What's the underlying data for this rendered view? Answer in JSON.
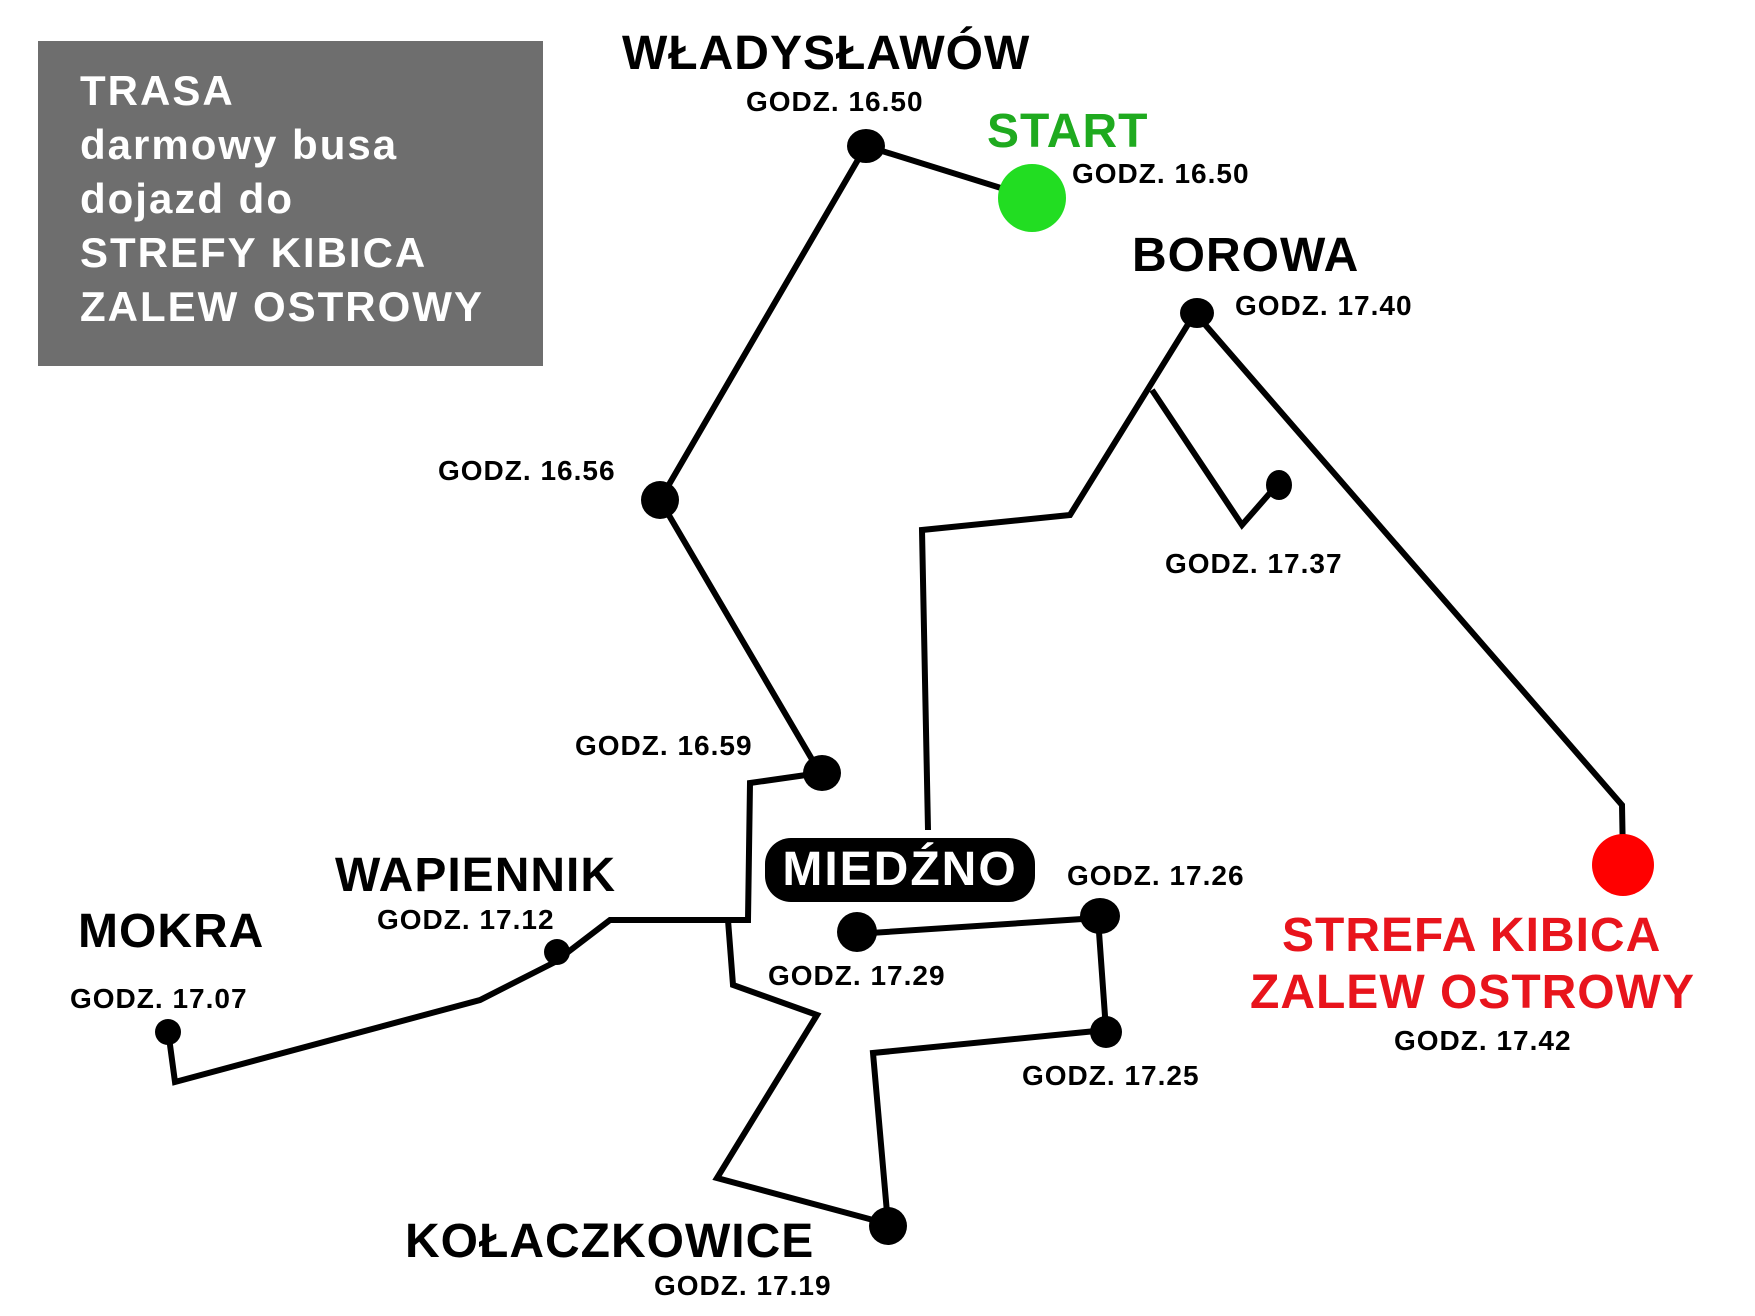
{
  "title": {
    "lines": [
      "TRASA",
      "darmowy busa",
      "dojazd do",
      "STREFY KIBICA",
      "ZALEW OSTROWY"
    ]
  },
  "colors": {
    "start": "#22dd22",
    "start_label": "#1faa1f",
    "end": "#ff0000",
    "end_label": "#e8141c",
    "route": "#000000",
    "title_box": "#6e6e6e"
  },
  "places": {
    "wladyslawow": "WŁADYSŁAWÓW",
    "start": "START",
    "borowa": "BOROWA",
    "miedzno": "MIEDŹNO",
    "wapiennik": "WAPIENNIK",
    "mokra": "MOKRA",
    "kolaczkowice": "KOŁACZKOWICE",
    "strefa_line1": "STREFA KIBICA",
    "strefa_line2": "ZALEW OSTROWY"
  },
  "times": {
    "wladyslawow": "GODZ. 16.50",
    "start": "GODZ. 16.50",
    "stop_1656": "GODZ. 16.56",
    "stop_1659": "GODZ. 16.59",
    "mokra": "GODZ. 17.07",
    "wapiennik": "GODZ. 17.12",
    "kolaczkowice": "GODZ. 17.19",
    "stop_1725": "GODZ. 17.25",
    "stop_1726": "GODZ. 17.26",
    "miedzno": "GODZ. 17.29",
    "stop_1737": "GODZ. 17.37",
    "borowa": "GODZ. 17.40",
    "strefa": "GODZ. 17.42"
  }
}
